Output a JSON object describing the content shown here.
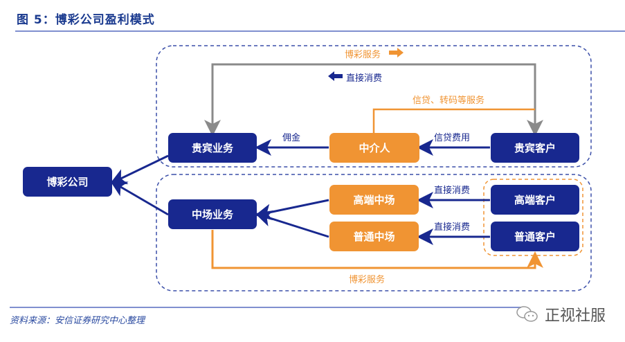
{
  "title": "图 5：博彩公司盈利模式",
  "source": "资料来源：安信证券研究中心整理",
  "watermark": "正视社服",
  "colors": {
    "navy": "#18288f",
    "orange": "#f09433",
    "gray": "#8a8a8a",
    "dash": "#3a4ea8"
  },
  "nodes": {
    "company": "博彩公司",
    "vip_business": "贵宾业务",
    "intermediary": "中介人",
    "vip_client": "贵宾客户",
    "mass_business": "中场业务",
    "premium_mass": "高端中场",
    "regular_mass": "普通中场",
    "premium_client": "高端客户",
    "regular_client": "普通客户"
  },
  "labels": {
    "gaming_service_top": "博彩服务",
    "direct_consumption_top": "直接消费",
    "credit_services": "信贷、转码等服务",
    "commission": "佣金",
    "credit_fee": "信贷费用",
    "direct_consumption_1": "直接消费",
    "direct_consumption_2": "直接消费",
    "gaming_service_bottom": "博彩服务"
  }
}
